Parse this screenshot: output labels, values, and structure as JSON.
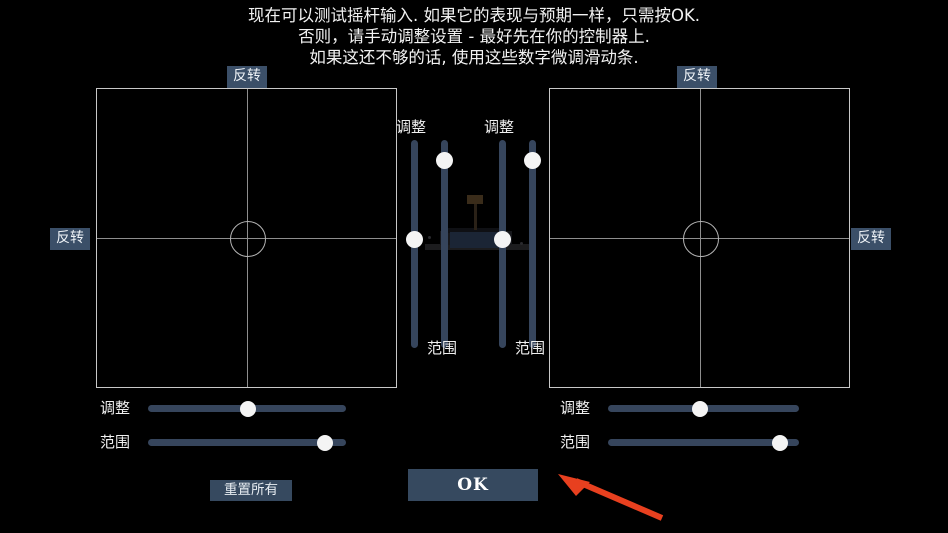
{
  "instructions": {
    "line1": "现在可以测试摇杆输入. 如果它的表现与预期一样，只需按OK.",
    "line2": "否则，请手动调整设置 - 最好先在你的控制器上.",
    "line3": "如果这还不够的话, 使用这些数字微调滑动条."
  },
  "labels": {
    "invert": "反转",
    "adjust": "调整",
    "range": "范围"
  },
  "buttons": {
    "reset_all": "重置所有",
    "ok": "OK"
  },
  "left_stick": {
    "invert_top": "反转",
    "invert_side": "反转",
    "adjust_label": "调整",
    "adjust_value": 50,
    "range_label": "范围",
    "range_value": 90
  },
  "right_stick": {
    "invert_top": "反转",
    "invert_side": "反转",
    "adjust_label": "调整",
    "adjust_value": 48,
    "range_label": "范围",
    "range_value": 90
  },
  "center_sliders": [
    {
      "top_label": "调整",
      "bottom_label": "范围",
      "value": 61
    },
    {
      "top_label": "调整",
      "bottom_label": "范围",
      "value": 94
    },
    {
      "top_label": "调整",
      "bottom_label": "范围",
      "value": 51
    },
    {
      "top_label": "调整",
      "bottom_label": "范围",
      "value": 95
    }
  ],
  "colors": {
    "accent": "#36495f",
    "track": "#36455c",
    "knob": "#f4f4f4",
    "border": "#c8c8c8",
    "arrow": "#e8401f",
    "background": "#000000"
  }
}
